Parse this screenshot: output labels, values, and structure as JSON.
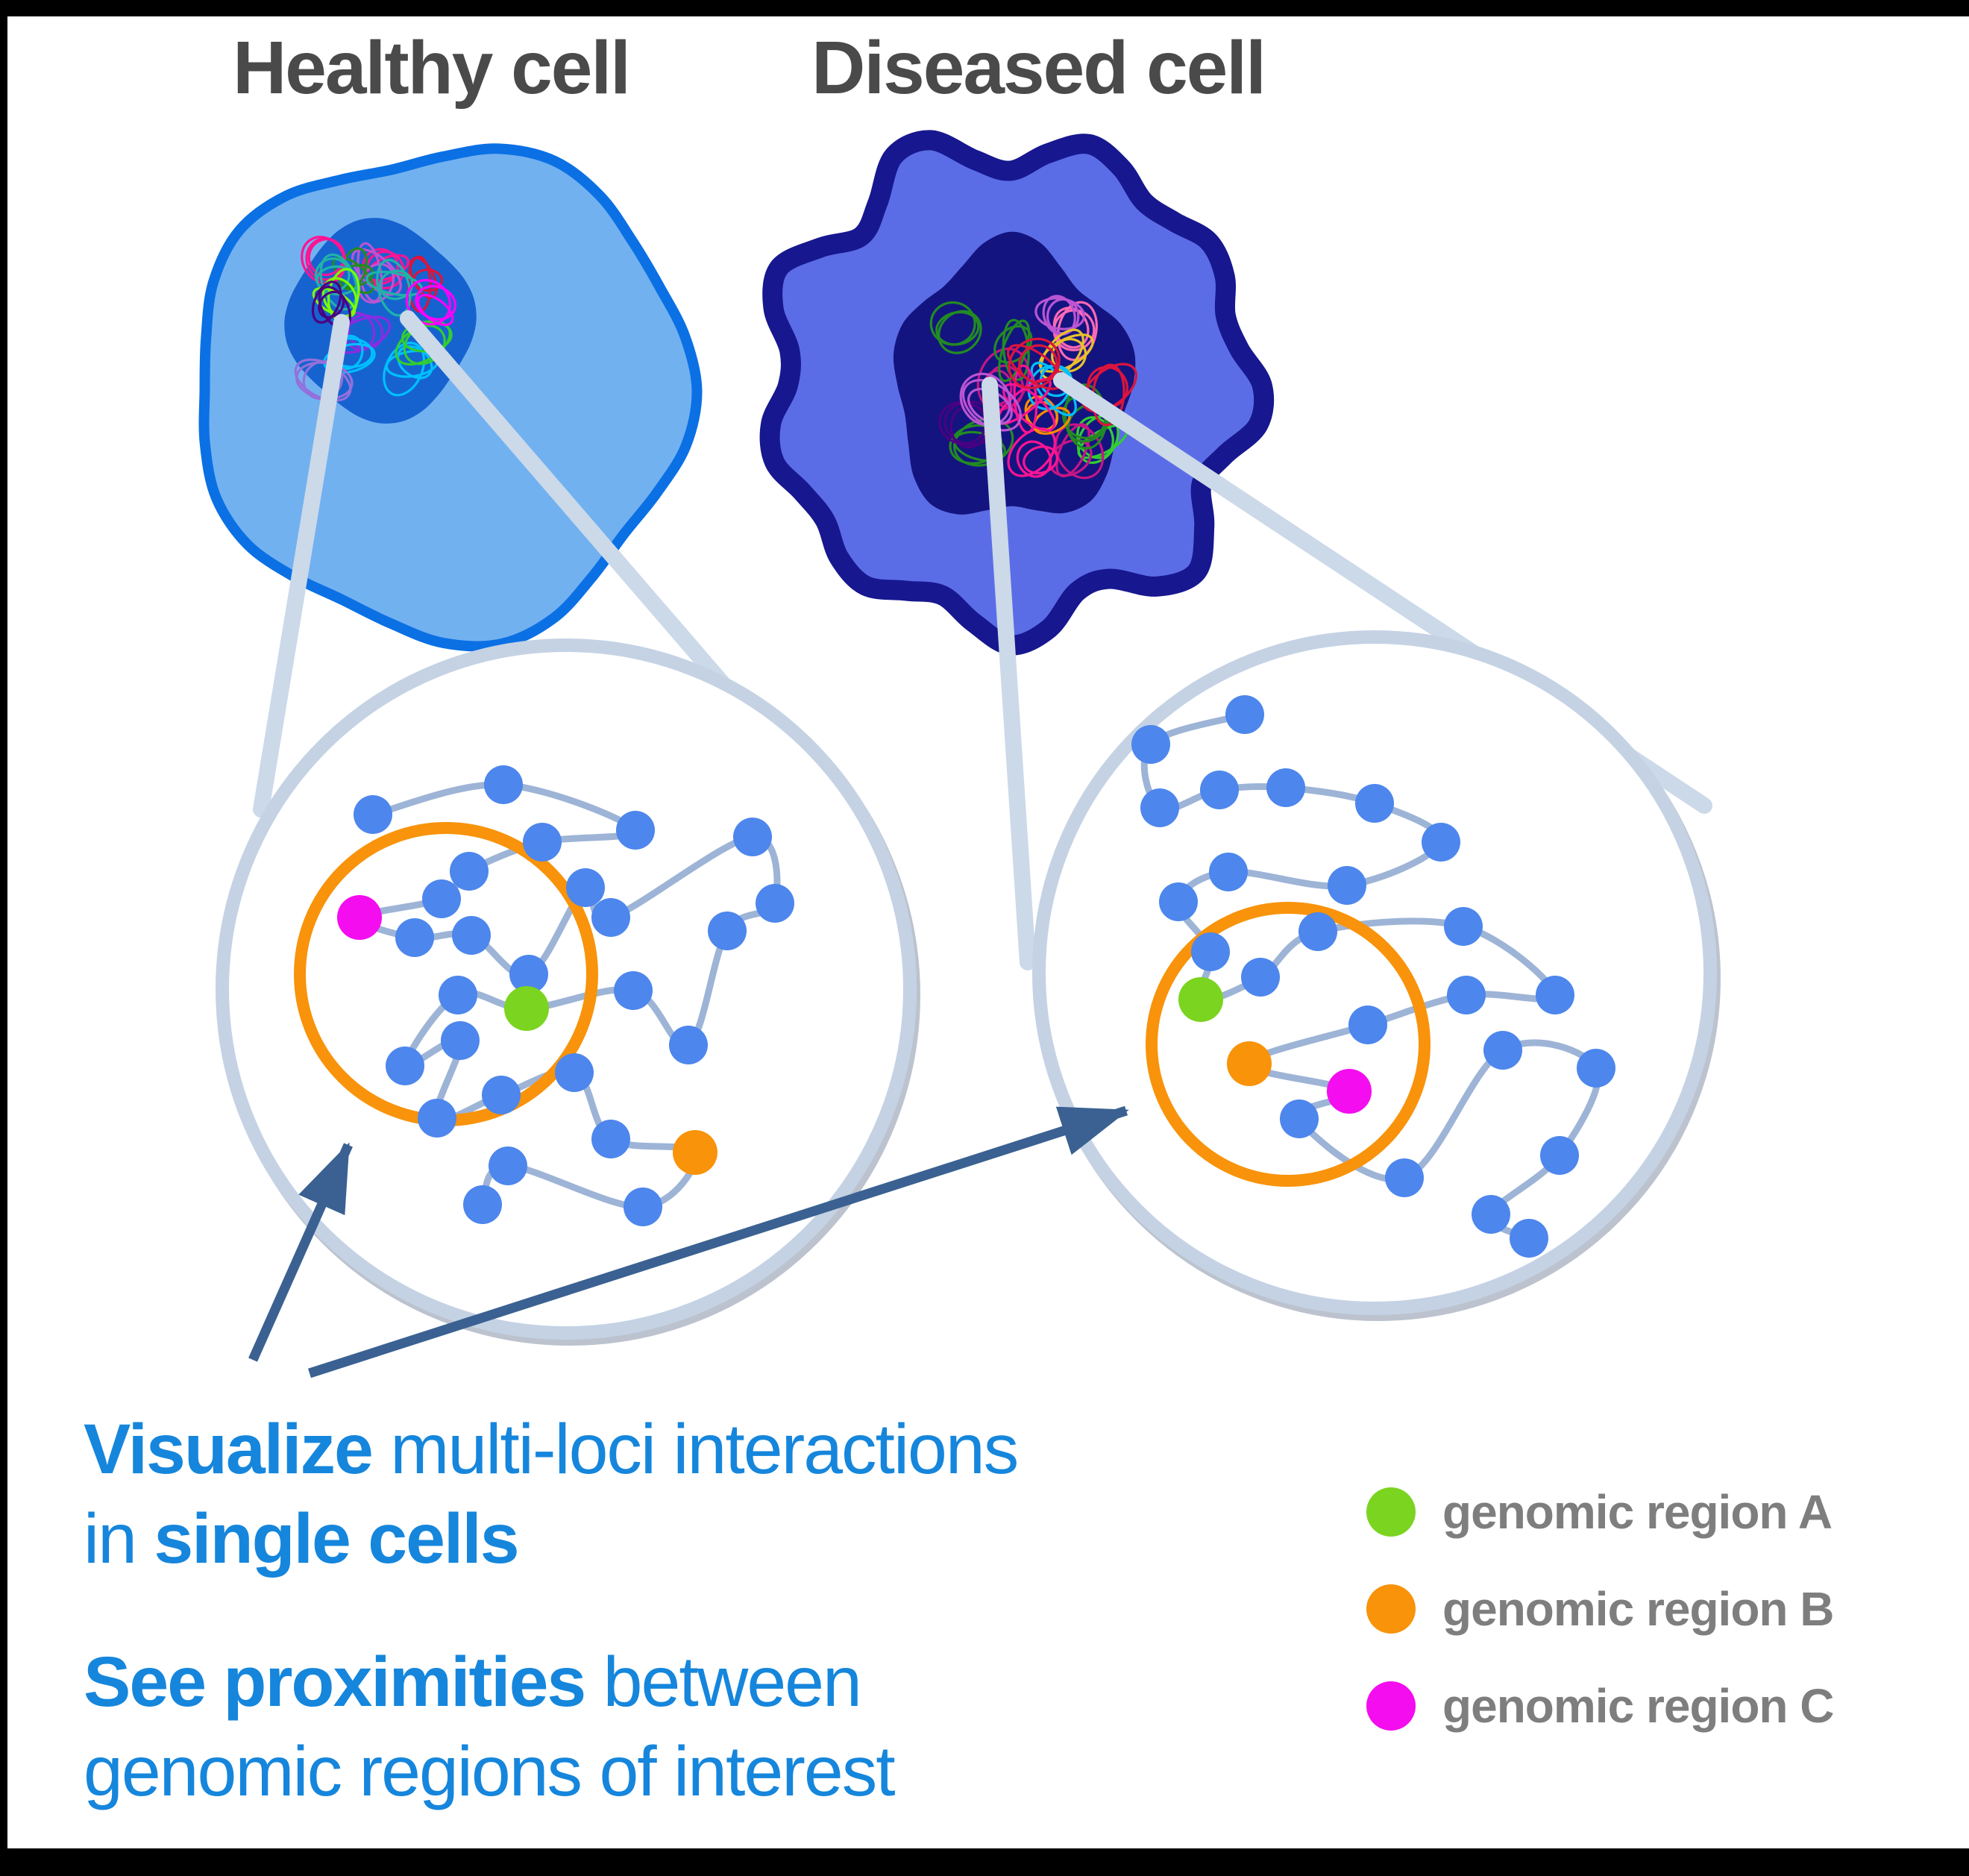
{
  "titles": {
    "healthy": "Healthy cell",
    "diseased": "Diseased cell"
  },
  "captions": {
    "visualize_bold": "Visualize",
    "visualize_rest": " multi-loci interactions",
    "line2_pre": "in ",
    "line2_bold": "single cells",
    "see_bold": "See proximities",
    "see_rest": " between",
    "see_line2": "genomic regions of interest"
  },
  "legend": {
    "items": [
      {
        "label": "genomic region A",
        "region": "A"
      },
      {
        "label": "genomic region B",
        "region": "B"
      },
      {
        "label": "genomic region C",
        "region": "C"
      }
    ]
  },
  "colors": {
    "background": "#FFFFFF",
    "frame_black": "#000000",
    "title_text": "#4A4A4A",
    "caption_blue": "#1586DC",
    "legend_text": "#7E7E7E",
    "healthy_fill": "#72B1F0",
    "healthy_stroke": "#0B70E4",
    "healthy_nucleus": "#1663D0",
    "diseased_fill": "#5B6DE6",
    "diseased_stroke": "#17178F",
    "diseased_nucleus": "#141480",
    "zoom_circle_stroke": "#C4D2E4",
    "zoom_circle_shadow": "#BCC3CE",
    "connector": "#CBD9E9",
    "fiber": "#9DB4D6",
    "locus_blue": "#4D86EC",
    "region_a": "#7BD41F",
    "region_b": "#F8930A",
    "region_c": "#F40DEF",
    "highlight_orange": "#F8930B",
    "arrow": "#3A6191"
  }
}
